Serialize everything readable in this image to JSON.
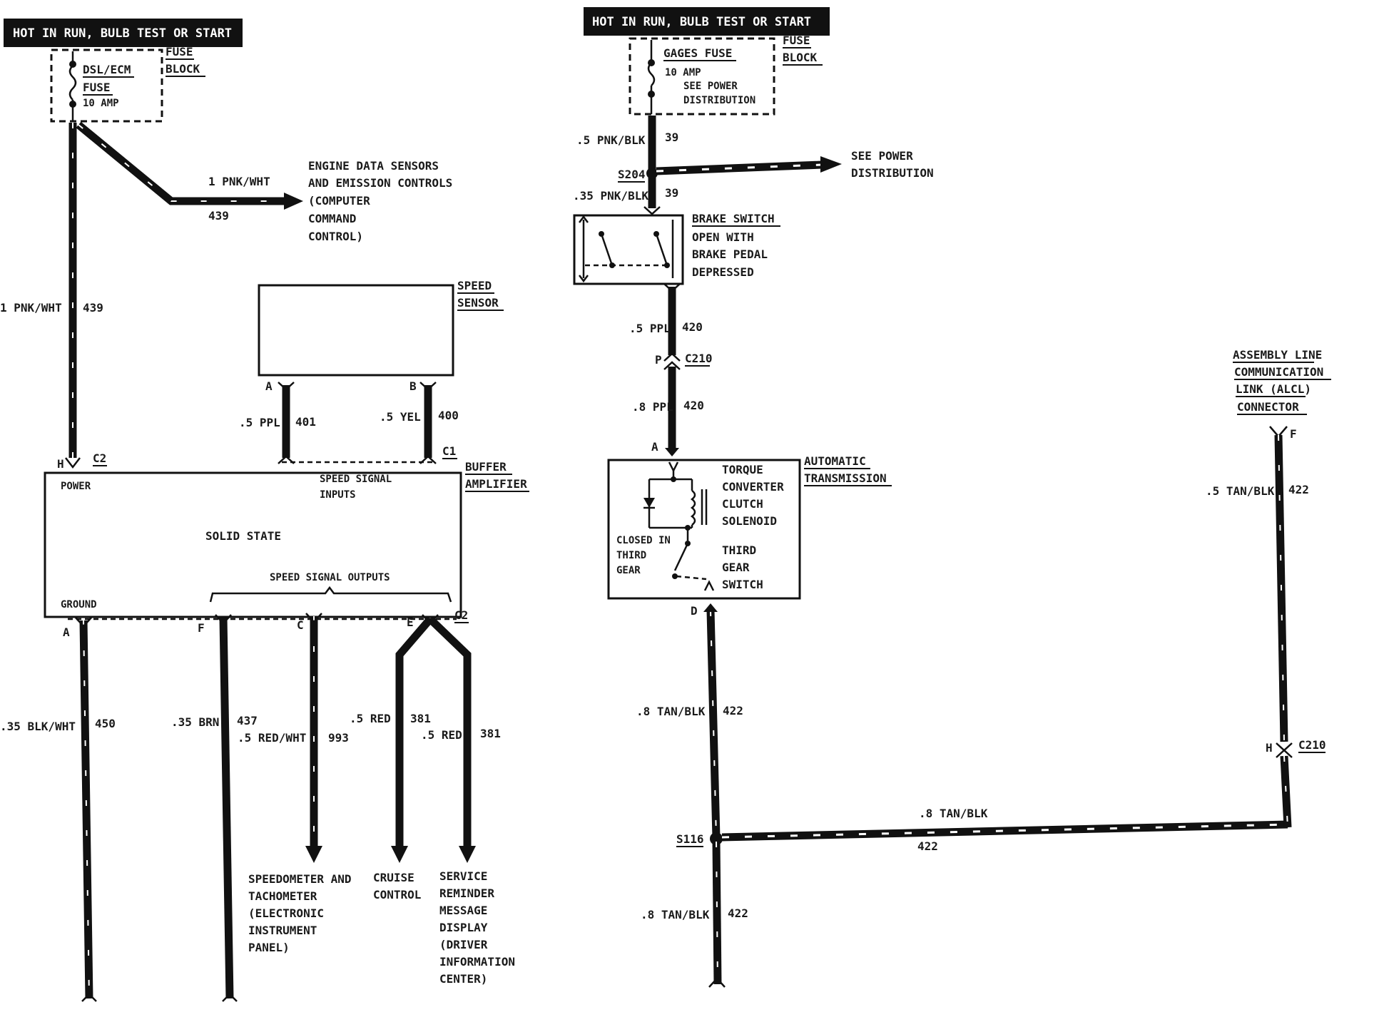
{
  "left": {
    "header": "HOT IN RUN, BULB TEST OR START",
    "fuse_block_label": [
      "FUSE",
      "BLOCK"
    ],
    "fuse_name": [
      "DSL/ECM",
      "FUSE"
    ],
    "fuse_rating": "10 AMP",
    "branch_wire": {
      "gauge": "1 PNK/WHT",
      "circuit": "439"
    },
    "engine_data": [
      "ENGINE DATA SENSORS",
      "AND EMISSION CONTROLS",
      "(COMPUTER",
      "COMMAND",
      "CONTROL)"
    ],
    "main_wire": {
      "gauge": "1 PNK/WHT",
      "circuit": "439"
    },
    "speed_sensor_label": [
      "SPEED",
      "SENSOR"
    ],
    "sensor_pin_a": "A",
    "sensor_pin_b": "B",
    "sensor_wire_a": {
      "gauge": ".5 PPL",
      "circuit": "401"
    },
    "sensor_wire_b": {
      "gauge": ".5 YEL",
      "circuit": "400"
    },
    "connector_c1": "C1",
    "connector_c2_top": "C2",
    "pin_h": "H",
    "buffer_label": [
      "BUFFER",
      "AMPLIFIER"
    ],
    "buffer_power": "POWER",
    "buffer_inputs": [
      "SPEED SIGNAL",
      "INPUTS"
    ],
    "buffer_solid": "SOLID STATE",
    "buffer_outputs": "SPEED SIGNAL OUTPUTS",
    "buffer_ground": "GROUND",
    "out_pins": {
      "a": "A",
      "f": "F",
      "c": "C",
      "e": "E",
      "c2": "C2"
    },
    "out_wires": [
      {
        "gauge": ".35 BLK/WHT",
        "circuit": "450"
      },
      {
        "gauge": ".35 BRN",
        "circuit": "437"
      },
      {
        "gauge": ".5 RED/WHT",
        "circuit": "993"
      },
      {
        "gauge": ".5 RED",
        "circuit": "381"
      },
      {
        "gauge": ".5 RED",
        "circuit": "381"
      }
    ],
    "speedometer": [
      "SPEEDOMETER AND",
      "TACHOMETER",
      "(ELECTRONIC",
      "INSTRUMENT",
      "PANEL)"
    ],
    "cruise": [
      "CRUISE",
      "CONTROL"
    ],
    "service": [
      "SERVICE",
      "REMINDER",
      "MESSAGE",
      "DISPLAY",
      "(DRIVER",
      "INFORMATION",
      "CENTER)"
    ]
  },
  "right": {
    "header": "HOT IN RUN, BULB TEST OR START",
    "fuse_block_label": [
      "FUSE",
      "BLOCK"
    ],
    "fuse_name": "GAGES FUSE",
    "fuse_rating": "10 AMP",
    "fuse_note": [
      "SEE POWER",
      "DISTRIBUTION"
    ],
    "wire_top": {
      "gauge": ".5 PNK/BLK",
      "circuit": "39"
    },
    "splice_s204": "S204",
    "see_power": [
      "SEE POWER",
      "DISTRIBUTION"
    ],
    "wire_s204": {
      "gauge": ".35 PNK/BLK",
      "circuit": "39"
    },
    "brake_switch": [
      "BRAKE SWITCH",
      "OPEN WITH",
      "BRAKE PEDAL",
      "DEPRESSED"
    ],
    "wire_ppl_1": {
      "gauge": ".5 PPL",
      "circuit": "420"
    },
    "c210_top": {
      "pin": "P",
      "name": "C210"
    },
    "wire_ppl_2": {
      "gauge": ".8 PPL",
      "circuit": "420"
    },
    "pin_a": "A",
    "tcc": [
      "TORQUE",
      "CONVERTER",
      "CLUTCH",
      "SOLENOID"
    ],
    "auto_trans": [
      "AUTOMATIC",
      "TRANSMISSION"
    ],
    "closed_note": [
      "CLOSED IN",
      "THIRD",
      "GEAR"
    ],
    "third_gear": [
      "THIRD",
      "GEAR",
      "SWITCH"
    ],
    "pin_d": "D",
    "wire_tan_1": {
      "gauge": ".8 TAN/BLK",
      "circuit": "422"
    },
    "splice_s116": "S116",
    "wire_tan_h": {
      "gauge": ".8 TAN/BLK",
      "circuit": "422"
    },
    "wire_tan_2": {
      "gauge": ".8 TAN/BLK",
      "circuit": "422"
    },
    "alcl": [
      "ASSEMBLY LINE",
      "COMMUNICATION",
      "LINK (ALCL)",
      "CONNECTOR"
    ],
    "pin_f": "F",
    "wire_alcl": {
      "gauge": ".5 TAN/BLK",
      "circuit": "422"
    },
    "c210_bottom": {
      "pin": "H",
      "name": "C210"
    }
  }
}
